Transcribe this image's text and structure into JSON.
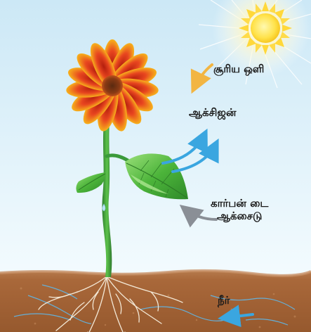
{
  "labels": {
    "sunlight": "சூரிய ஒளி",
    "oxygen": "ஆக்சிஜன்",
    "carbon_dioxide_line1": "கார்பன் டை",
    "carbon_dioxide_line2": "ஆக்சைடு",
    "water": "நீர்"
  },
  "colors": {
    "sky_top": "#cfe9f7",
    "sky_bottom": "#f2fafd",
    "sun": "#ffe65a",
    "soil_top": "#b7784a",
    "soil": "#a8693a",
    "stem": "#3a9a3a",
    "leaf": "#4caf3a",
    "petal": "#e8461f",
    "petal_tip": "#f7b21c",
    "oxygen_arrow": "#3aa6e0",
    "co2_arrow": "#8a8f96",
    "sun_arrow": "#f2b542",
    "water_arrow": "#3aa6e0",
    "roots": "#f3e8d6"
  }
}
